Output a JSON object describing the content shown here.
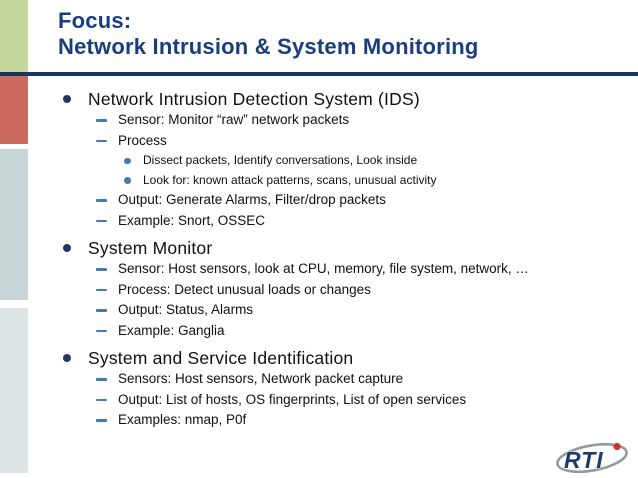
{
  "title": {
    "line1": "Focus:",
    "line2": "Network Intrusion & System Monitoring"
  },
  "content": {
    "items": [
      {
        "level": 1,
        "text": "Network Intrusion Detection System (IDS)"
      },
      {
        "level": 2,
        "text": "Sensor:  Monitor “raw” network packets"
      },
      {
        "level": 2,
        "text": "Process"
      },
      {
        "level": 3,
        "text": "Dissect packets, Identify conversations, Look inside"
      },
      {
        "level": 3,
        "text": "Look for: known attack patterns, scans, unusual activity"
      },
      {
        "level": 2,
        "text": "Output: Generate Alarms, Filter/drop packets"
      },
      {
        "level": 2,
        "text": "Example: Snort, OSSEC"
      },
      {
        "level": 1,
        "text": "System Monitor"
      },
      {
        "level": 2,
        "text": "Sensor: Host sensors, look at CPU, memory, file system, network, …"
      },
      {
        "level": 2,
        "text": "Process: Detect unusual loads or changes"
      },
      {
        "level": 2,
        "text": "Output: Status, Alarms"
      },
      {
        "level": 2,
        "text": "Example: Ganglia"
      },
      {
        "level": 1,
        "text": "System and Service Identification"
      },
      {
        "level": 2,
        "text": "Sensors: Host sensors, Network packet capture"
      },
      {
        "level": 2,
        "text": "Output: List of hosts, OS fingerprints, List of open services"
      },
      {
        "level": 2,
        "text": "Examples: nmap, P0f"
      }
    ]
  },
  "logo": {
    "text": "RTI"
  },
  "colors": {
    "title-navy": "#1a3e7c",
    "rule-navy": "#17365d",
    "strip-green": "#c3d69b",
    "strip-red": "#ca6b5d",
    "strip-teal": "#c9d6d8",
    "strip-teal-light": "#dde4e6",
    "bullet-navy": "#1f3864",
    "bullet-blue": "#4679b2",
    "body-text": "#101010",
    "logo-navy": "#1c3a6e",
    "logo-gray": "#93999d",
    "logo-red": "#cc3425"
  }
}
